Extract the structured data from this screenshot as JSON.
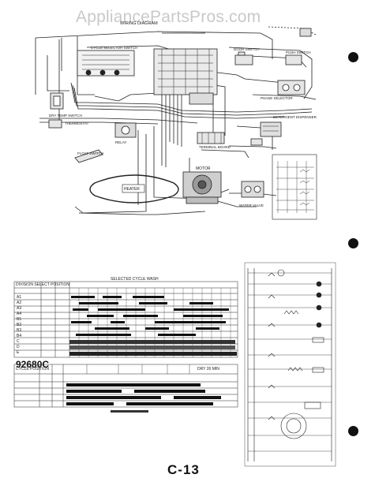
{
  "watermark": "AppliancePartsPros.com",
  "page_number": "C-13",
  "model_number": "92680C",
  "wiring_diagram": {
    "title": "WIRING DIAGRAM",
    "components": {
      "cycle_selector_switch": "CYCLE SELECTOR SWITCH",
      "door_switch": "DOOR SWITCH",
      "push_switch": "PUSH SWITCH",
      "phase_selector": "PHASE SELECTOR",
      "dry_temp_switch": "DRY TEMP SWITCH",
      "thermostat": "THERMOSTAT",
      "relay": "RELAY",
      "detergent_dispenser": "DETERGENT DISPENSER",
      "terminal_board": "TERMINAL BOARD",
      "float_switch": "FLOAT SWITCH",
      "heater": "HEATER",
      "motor": "MOTOR",
      "water_valve": "WATER VALVE"
    }
  },
  "timer_chart": {
    "header_left": "DIVISION  SELECT  POSITION",
    "header_main": "SELECTED  CYCLE  WASH",
    "row_labels": [
      "A1",
      "A2",
      "A3",
      "A4",
      "B1",
      "B2",
      "B3",
      "B4",
      "C",
      "D",
      "E"
    ],
    "cycle_label": "DRY 26 MIN",
    "selector_label": "CYCLE POSITION"
  },
  "schematic": {
    "title": "SCHEMATIC"
  }
}
